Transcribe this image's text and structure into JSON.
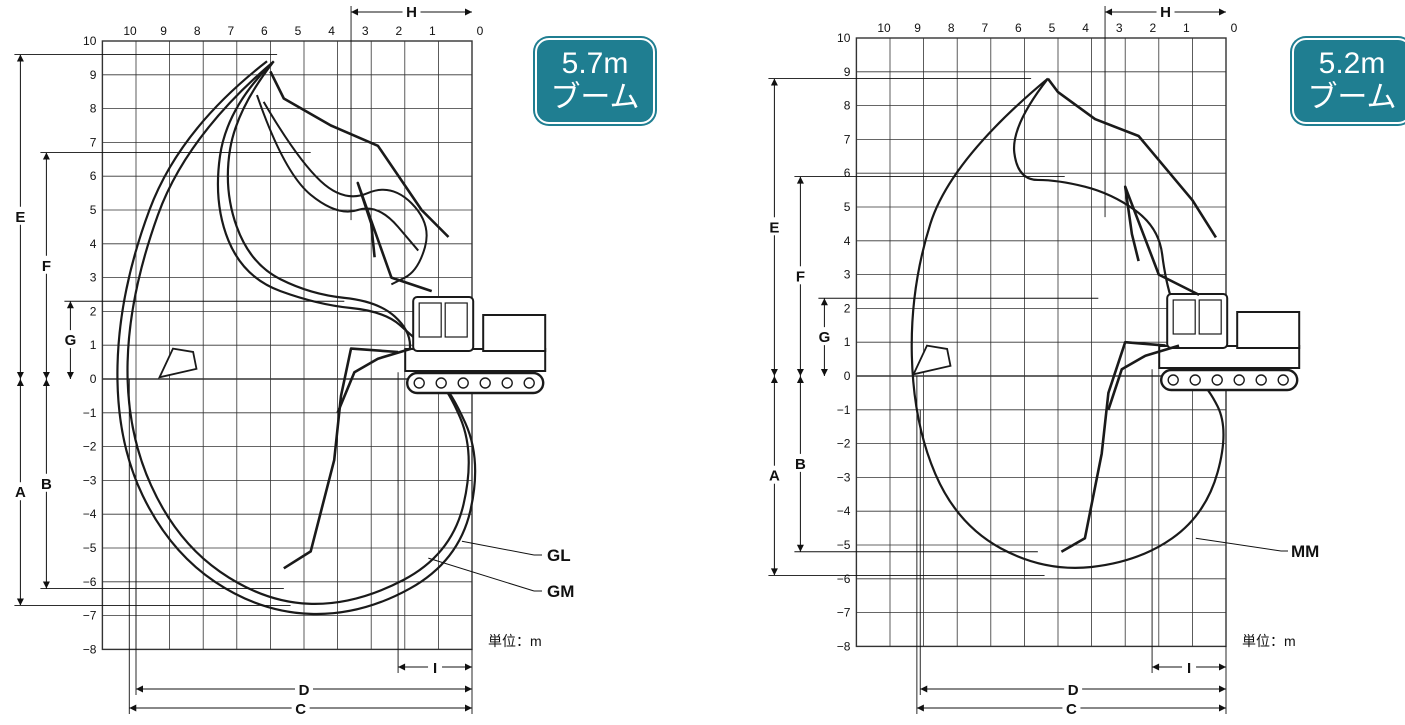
{
  "panels": [
    {
      "id": "left",
      "badge": {
        "line1": "5.7m",
        "line2": "ブーム"
      },
      "x_ticks": [
        "10",
        "9",
        "8",
        "7",
        "6",
        "5",
        "4",
        "3",
        "2",
        "1",
        "0"
      ],
      "y_ticks": [
        "10",
        "9",
        "8",
        "7",
        "6",
        "5",
        "4",
        "3",
        "2",
        "1",
        "0",
        "−1",
        "−2",
        "−3",
        "−4",
        "−5",
        "−6",
        "−7",
        "−8"
      ],
      "curve_labels": [
        "GL",
        "GM"
      ],
      "dimension_letters": {
        "A": "A",
        "B": "B",
        "C": "C",
        "D": "D",
        "E": "E",
        "F": "F",
        "G": "G",
        "H": "H",
        "I": "I"
      },
      "unit": "単位：m"
    },
    {
      "id": "right",
      "badge": {
        "line1": "5.2m",
        "line2": "ブーム"
      },
      "x_ticks": [
        "10",
        "9",
        "8",
        "7",
        "6",
        "5",
        "4",
        "3",
        "2",
        "1",
        "0"
      ],
      "y_ticks": [
        "10",
        "9",
        "8",
        "7",
        "6",
        "5",
        "4",
        "3",
        "2",
        "1",
        "0",
        "−1",
        "−2",
        "−3",
        "−4",
        "−5",
        "−6",
        "−7",
        "−8"
      ],
      "curve_labels": [
        "MM"
      ],
      "dimension_letters": {
        "A": "A",
        "B": "B",
        "C": "C",
        "D": "D",
        "E": "E",
        "F": "F",
        "G": "G",
        "H": "H",
        "I": "I"
      },
      "unit": "単位：m"
    }
  ],
  "colors": {
    "badge": "#1f7e91",
    "line": "#1a1a1a",
    "grid": "#333333"
  }
}
